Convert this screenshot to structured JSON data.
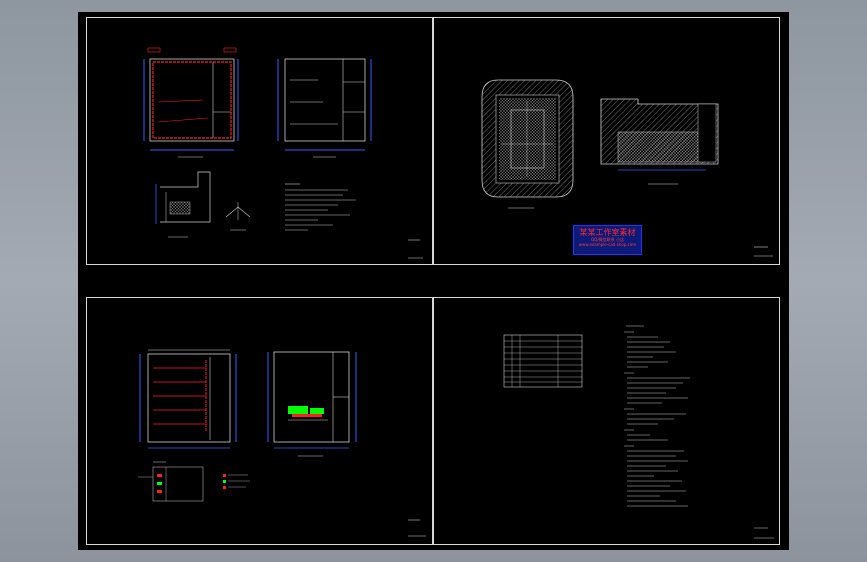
{
  "viewer": {
    "background_color": "#9aa1aa",
    "canvas_color": "#000000"
  },
  "stamp": {
    "title": "某某工作室素材",
    "line1": "QQ/微信联系 小店",
    "line2": "www.example-cad-shop.com"
  },
  "colors": {
    "frame": "#d8d8d8",
    "wall": "#ff2020",
    "dimension": "#3060ff",
    "hatch": "#bdbdbd",
    "pipe": "#00ff00"
  },
  "sheets": [
    {
      "id": "sheet-1",
      "content": "floor plans, section detail, notes"
    },
    {
      "id": "sheet-2",
      "content": "hatched foundation plan and section"
    },
    {
      "id": "sheet-3",
      "content": "pipe layout plans and legend"
    },
    {
      "id": "sheet-4",
      "content": "material table and design notes"
    }
  ]
}
